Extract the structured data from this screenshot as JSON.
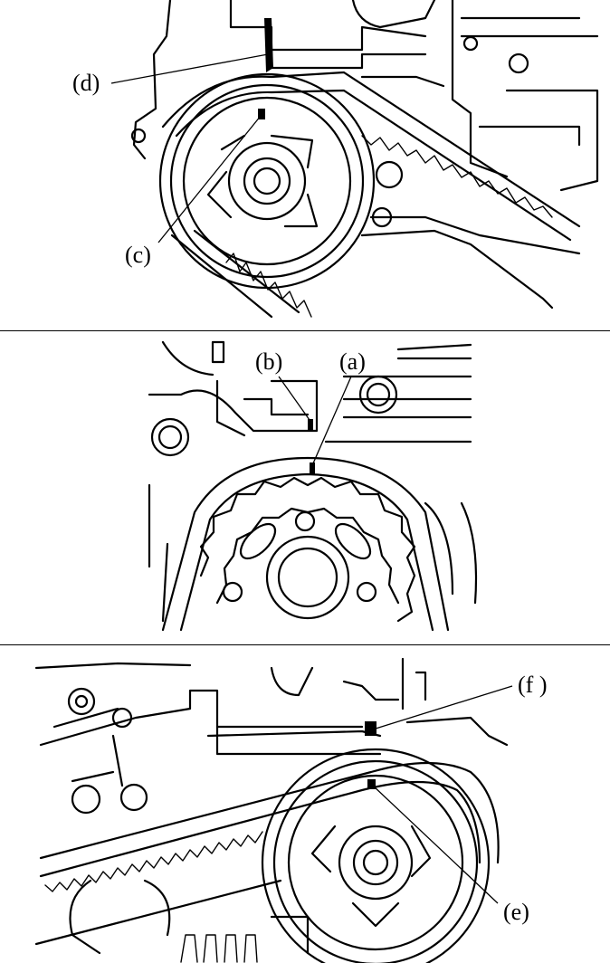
{
  "labels": {
    "a": "(a)",
    "b": "(b)",
    "c": "(c)",
    "d": "(d)",
    "e": "(e)",
    "f": "(f )"
  },
  "colors": {
    "line": "#000000",
    "background": "#ffffff"
  }
}
